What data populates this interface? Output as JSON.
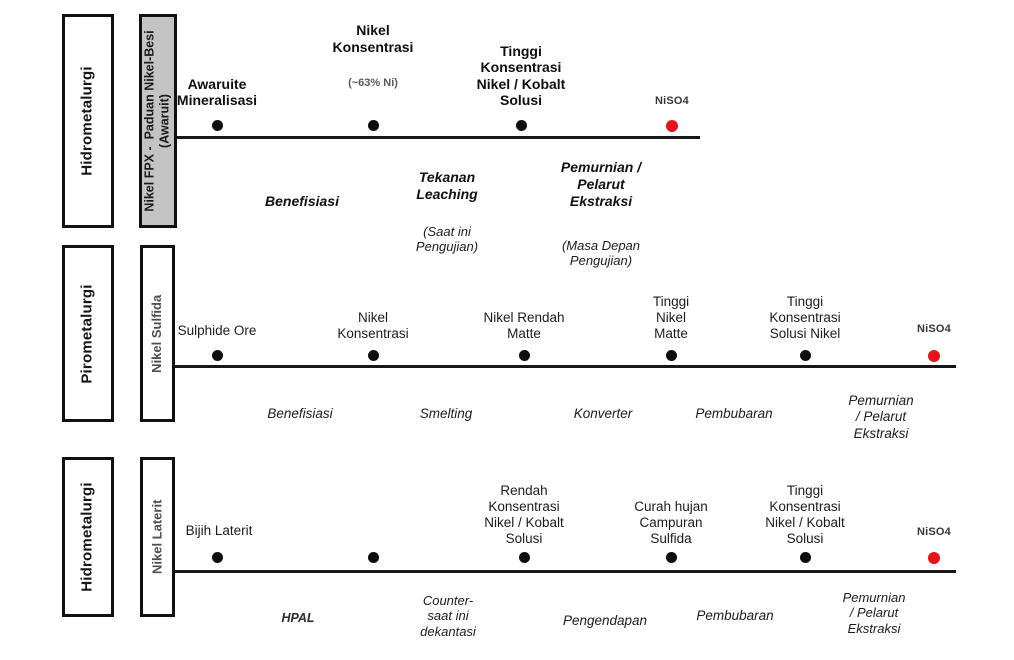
{
  "title": "Diagram alir proses nikel",
  "colors": {
    "line": "#161616",
    "dot_black": "#0d0d0d",
    "dot_red": "#e8121b",
    "stream_box_gray": "#c4c4c4",
    "stream_text_gray": "#4f4f4f",
    "niso4_text": "#383838",
    "sub_text_gray": "#5a5a5a"
  },
  "rows": [
    {
      "category": "Hidrometalurgi",
      "stream": "Nikel FPX -  Paduan Nikel-Besi\n(Awaruit)",
      "stations": [
        {
          "label": "Awaruite\nMineralisasi"
        },
        {
          "label": "Nikel\nKonsentrasi",
          "sub": "(~63% Ni)"
        },
        {
          "label": "Tinggi\nKonsentrasi\nNikel / Kobalt\nSolusi"
        },
        {
          "label": "NiSO4"
        }
      ],
      "processes": [
        {
          "label": "Benefisiasi"
        },
        {
          "label": "Tekanan\nLeaching",
          "sub": "(Saat ini\nPengujian)"
        },
        {
          "label": "Pemurnian /\nPelarut\nEkstraksi",
          "sub": "(Masa Depan\nPengujian)"
        }
      ]
    },
    {
      "category": "Pirometalurgi",
      "stream": "Nikel Sulfida",
      "stations": [
        {
          "label": "Sulphide Ore"
        },
        {
          "label": "Nikel\nKonsentrasi"
        },
        {
          "label": "Nikel Rendah\nMatte"
        },
        {
          "label": "Tinggi\nNikel\nMatte"
        },
        {
          "label": "Tinggi\nKonsentrasi\nSolusi Nikel"
        },
        {
          "label": "NiSO4"
        }
      ],
      "processes": [
        {
          "label": "Benefisiasi"
        },
        {
          "label": "Smelting"
        },
        {
          "label": "Konverter"
        },
        {
          "label": "Pembubaran"
        },
        {
          "label": "Pemurnian\n/ Pelarut\nEkstraksi"
        }
      ]
    },
    {
      "category": "Hidrometalurgi",
      "stream": "Nikel Laterit",
      "stations": [
        {
          "label": "Bijih Laterit"
        },
        {
          "label": "Rendah\nKonsentrasi\nNikel / Kobalt\nSolusi"
        },
        {
          "label": "Curah hujan\nCampuran\nSulfida"
        },
        {
          "label": "Tinggi\nKonsentrasi\nNikel / Kobalt\nSolusi"
        },
        {
          "label": "NiSO4"
        }
      ],
      "processes": [
        {
          "label": "HPAL"
        },
        {
          "label": "Counter-\nsaat ini\ndekantasi"
        },
        {
          "label": "Pengendapan"
        },
        {
          "label": "Pembubaran"
        },
        {
          "label": "Pemurnian\n/ Pelarut\nEkstraksi"
        }
      ]
    }
  ]
}
